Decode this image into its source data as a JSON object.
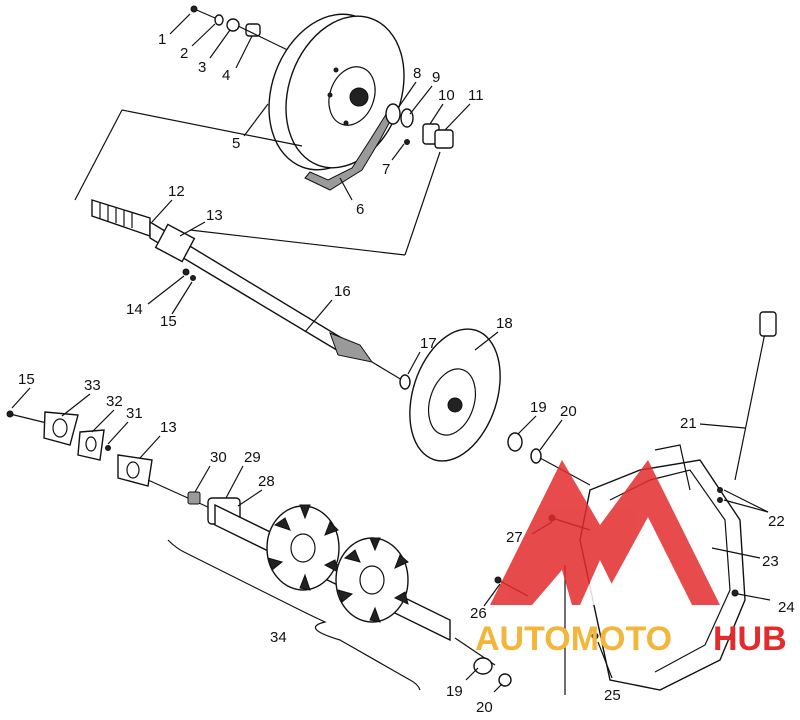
{
  "diagram": {
    "labels": [
      "1",
      "2",
      "3",
      "4",
      "5",
      "6",
      "7",
      "8",
      "9",
      "10",
      "11",
      "12",
      "13",
      "14",
      "15",
      "16",
      "17",
      "18",
      "19",
      "20",
      "15",
      "33",
      "32",
      "31",
      "13",
      "30",
      "29",
      "28",
      "21",
      "22",
      "23",
      "27",
      "26",
      "24",
      "25",
      "19",
      "20",
      "34"
    ]
  },
  "watermark": {
    "brand_left": "AUTOMOTO",
    "brand_right": "HUB",
    "colors": {
      "red": "#e32b2b",
      "orange": "#f2b63a"
    }
  }
}
